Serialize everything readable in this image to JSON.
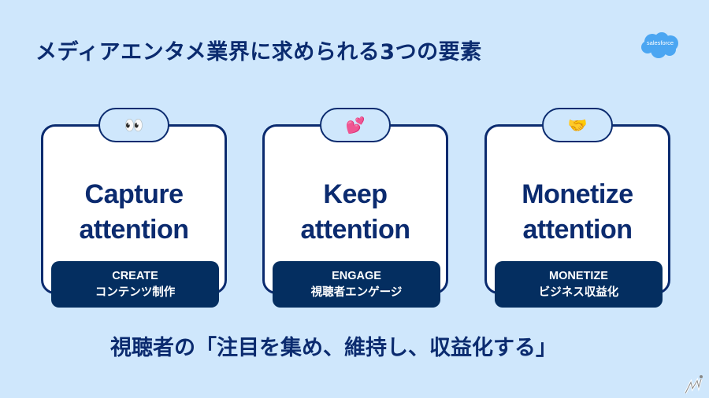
{
  "title": "メディアエンタメ業界に求められる3つの要素",
  "logo": {
    "text": "salesforce",
    "color": "#4ba6f2"
  },
  "cards": [
    {
      "icon": "eyes-icon",
      "emoji": "👀",
      "line1": "Capture",
      "line2": "attention",
      "tag_en": "CREATE",
      "tag_jp": "コンテンツ制作"
    },
    {
      "icon": "two-hearts-icon",
      "emoji": "💕",
      "line1": "Keep",
      "line2": "attention",
      "tag_en": "ENGAGE",
      "tag_jp": "視聴者エンゲージ"
    },
    {
      "icon": "handshake-icon",
      "emoji": "🤝",
      "line1": "Monetize",
      "line2": "attention",
      "tag_en": "MONETIZE",
      "tag_jp": "ビジネス収益化"
    }
  ],
  "subtitle": "視聴者の「注目を集め、維持し、収益化する」",
  "colors": {
    "background": "#cfe7fc",
    "navy": "#0b2b6f",
    "tag": "#042e60"
  }
}
